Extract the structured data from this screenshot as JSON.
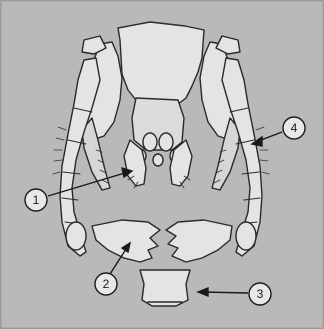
{
  "callouts": [
    {
      "id": "1",
      "text": "1"
    },
    {
      "id": "2",
      "text": "2"
    },
    {
      "id": "3",
      "text": "3"
    },
    {
      "id": "4",
      "text": "4"
    }
  ],
  "plate_text": "",
  "colors": {
    "background": "#b8b8b8",
    "ink": "#2a2a2a",
    "fill": "#e4e4e4"
  }
}
